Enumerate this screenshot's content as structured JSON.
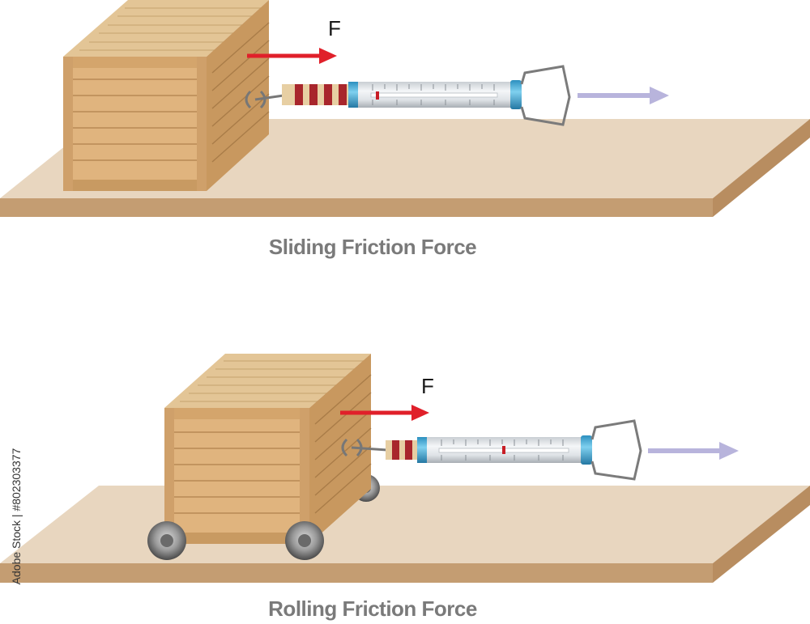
{
  "captions": {
    "top": "Sliding Friction Force",
    "bottom": "Rolling Friction Force"
  },
  "force_labels": {
    "top": "F",
    "bottom": "F"
  },
  "watermark_id": "Adobe Stock | #802303377",
  "colors": {
    "floor_top": "#e8d6bf",
    "floor_edge": "#c49d72",
    "crate_light": "#e3bd8a",
    "crate_mid": "#d4a56c",
    "crate_dark": "#b88a55",
    "force_arrow": "#e0202a",
    "motion_arrow": "#b8b4dc",
    "scale_body": "#e9ecef",
    "scale_cap": "#4fb4d8",
    "caption": "#7a7a7a"
  }
}
